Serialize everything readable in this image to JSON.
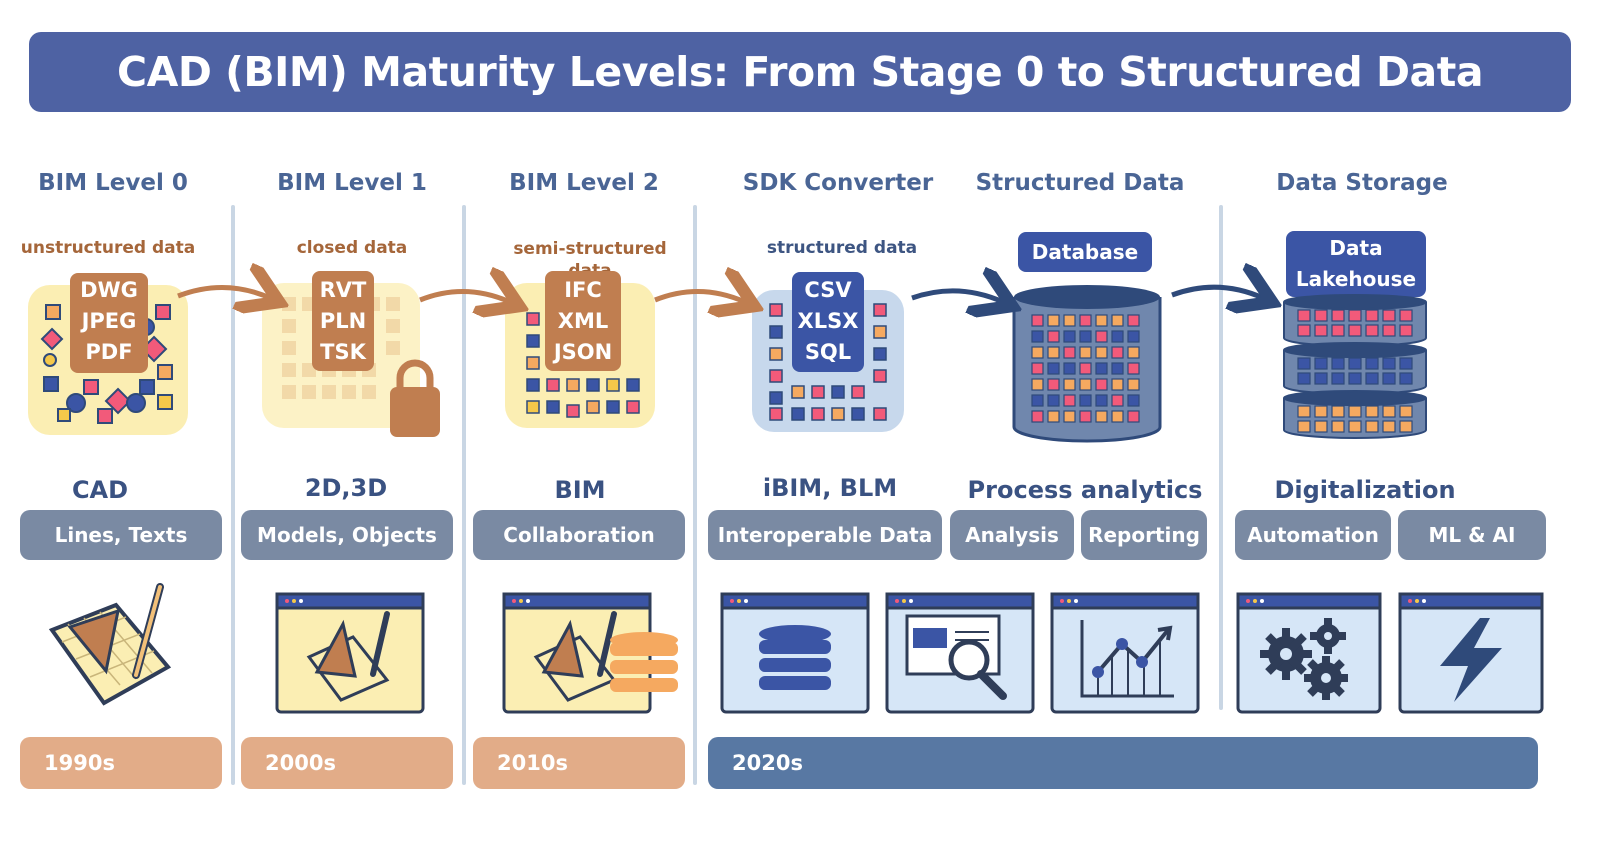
{
  "title": "CAD (BIM) Maturity Levels: From Stage 0 to Structured Data",
  "columns": [
    {
      "header": "BIM Level 0",
      "sublabel": "unstructured data",
      "formats": [
        "DWG",
        "JPEG",
        "PDF"
      ]
    },
    {
      "header": "BIM Level 1",
      "sublabel": "closed data",
      "formats": [
        "RVT",
        "PLN",
        "TSK"
      ]
    },
    {
      "header": "BIM Level 2",
      "sublabel": "semi-structured data",
      "formats": [
        "IFC",
        "XML",
        "JSON"
      ]
    },
    {
      "header": "SDK Converter",
      "sublabel": "structured data",
      "formats": [
        "CSV",
        "XLSX",
        "SQL"
      ]
    },
    {
      "header": "Structured Data",
      "badge": "Database"
    },
    {
      "header": "Data Storage",
      "badge_lines": [
        "Data",
        "Lakehouse"
      ]
    }
  ],
  "categories": [
    "CAD",
    "2D,3D",
    "BIM",
    "iBIM, BLM",
    "Process analytics",
    "Digitalization"
  ],
  "pills": [
    "Lines, Texts",
    "Models, Objects",
    "Collaboration",
    "Interoperable Data",
    "Analysis",
    "Reporting",
    "Automation",
    "ML & AI"
  ],
  "eras": [
    "1990s",
    "2000s",
    "2010s",
    "2020s"
  ],
  "icons": {
    "level0": "cad-drawing-icon",
    "level1": "cad-window-icon",
    "level2": "cad-database-window-icon",
    "interoperable": "database-window-icon",
    "analysis": "search-window-icon",
    "reporting": "chart-window-icon",
    "automation": "gears-window-icon",
    "ml_ai": "lightning-window-icon"
  },
  "colors": {
    "title_bg": "#4e62a3",
    "header_text": "#4a6595",
    "brown_accent": "#c07e50",
    "navy": "#2f4a7a",
    "pill_gray": "#7a8aa3",
    "era_peach": "#e2ac88",
    "era_blue": "#5878a3"
  }
}
